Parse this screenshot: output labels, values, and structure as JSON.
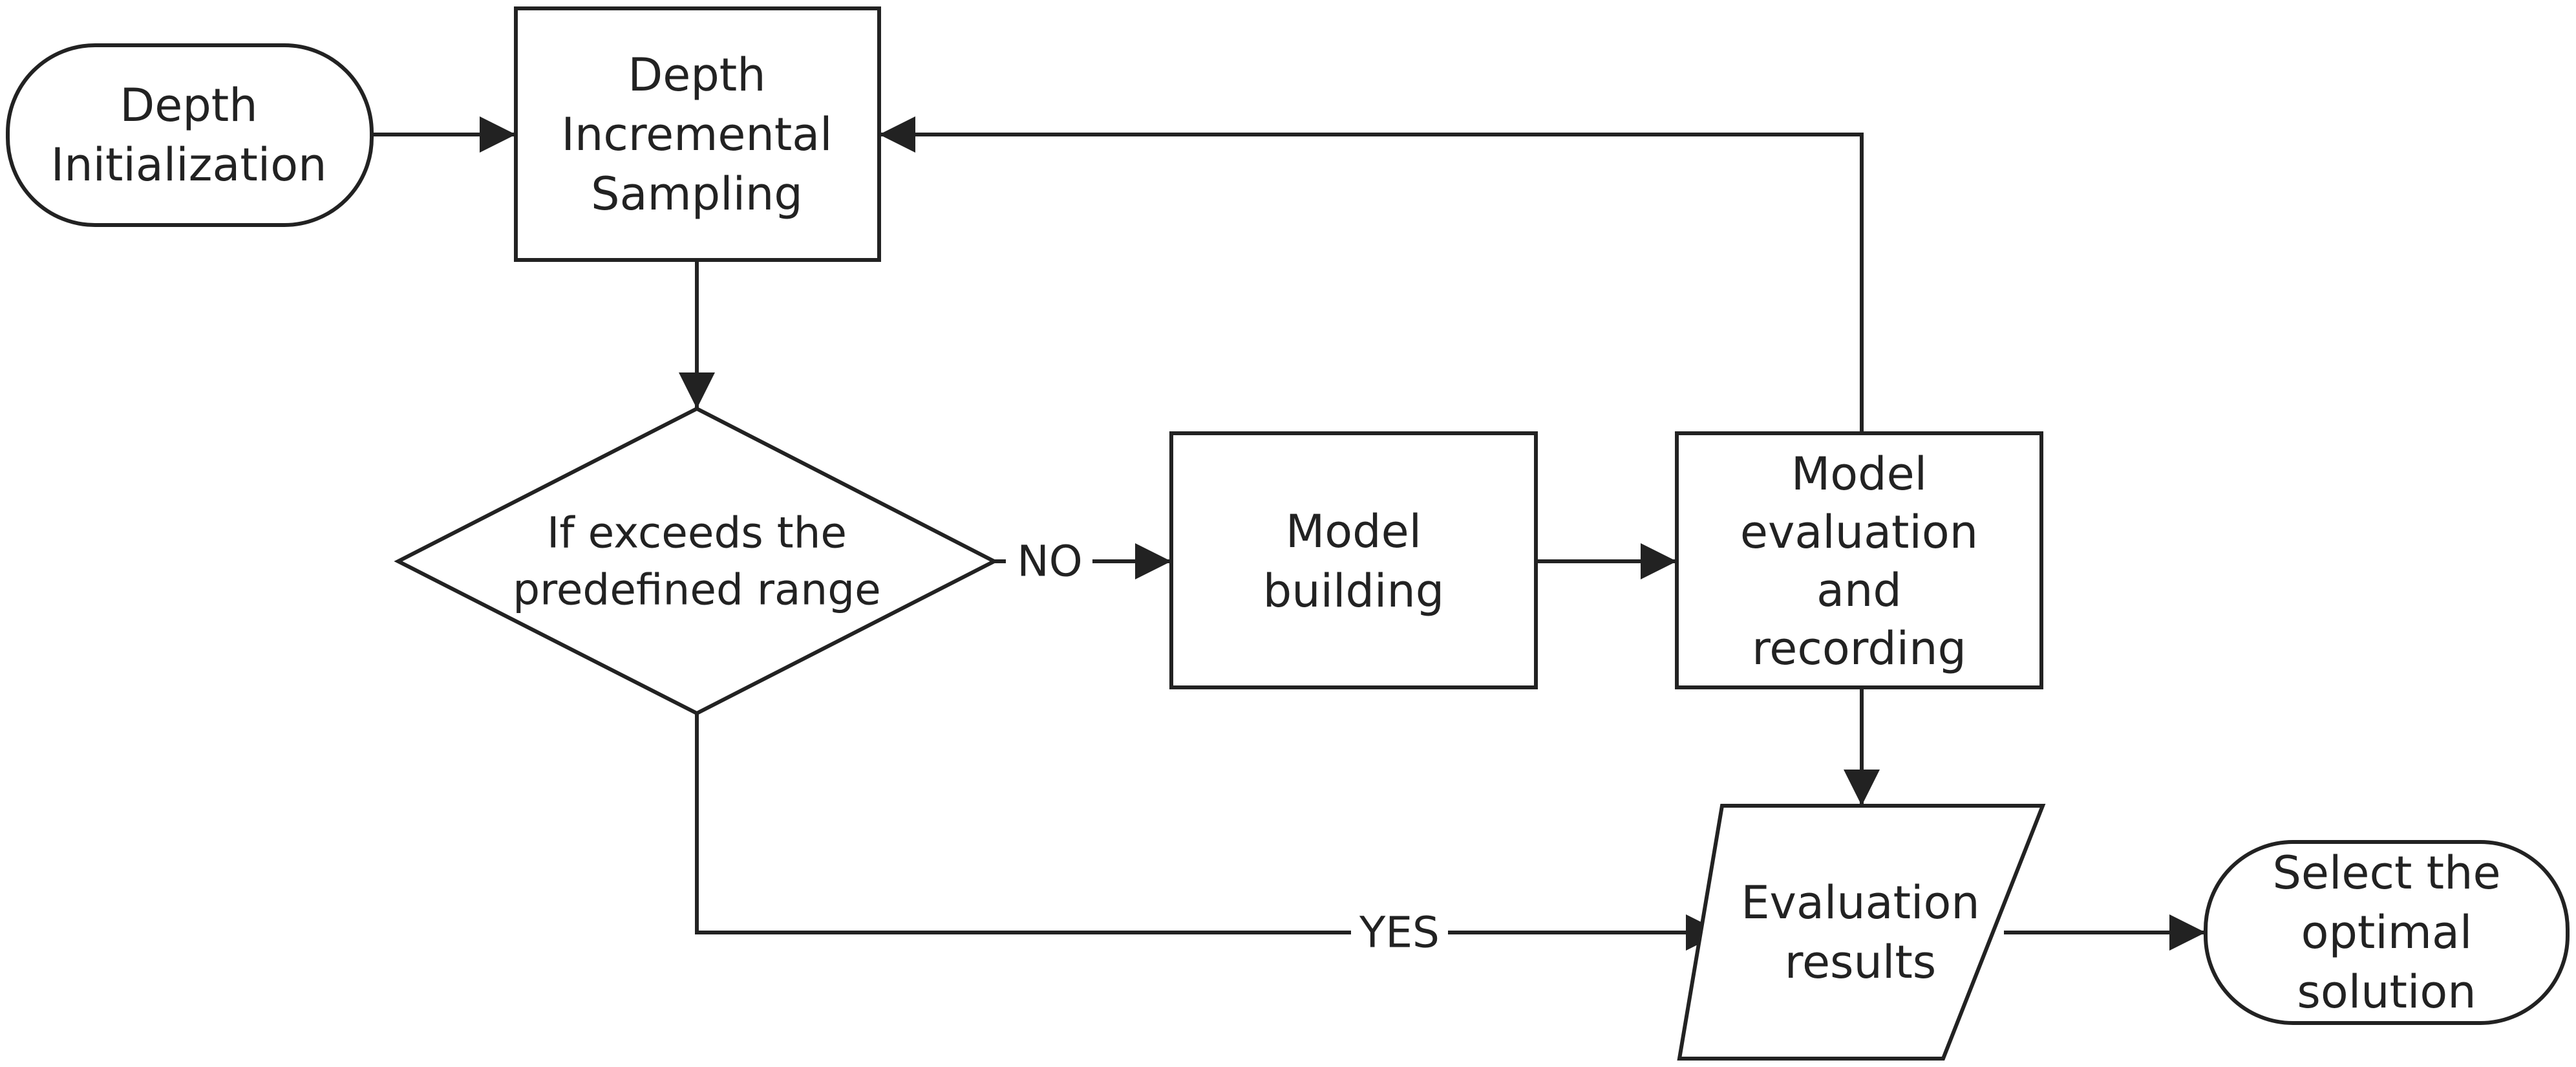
{
  "nodes": {
    "depth_init": {
      "lines": [
        "Depth",
        "Initialization"
      ]
    },
    "sampling": {
      "lines": [
        "Depth",
        "Incremental",
        "Sampling"
      ]
    },
    "decision": {
      "lines": [
        "If exceeds the",
        "predefined range"
      ]
    },
    "model_building": {
      "lines": [
        "Model",
        "building"
      ]
    },
    "model_eval": {
      "lines": [
        "Model",
        "evaluation",
        "and",
        "recording"
      ]
    },
    "eval_results": {
      "lines": [
        "Evaluation",
        "results"
      ]
    },
    "optimal": {
      "lines": [
        "Select the",
        "optimal",
        "solution"
      ]
    }
  },
  "edge_labels": {
    "no": "NO",
    "yes": "YES"
  },
  "colors": {
    "stroke": "#222222",
    "fill": "#ffffff",
    "text": "#222222"
  }
}
